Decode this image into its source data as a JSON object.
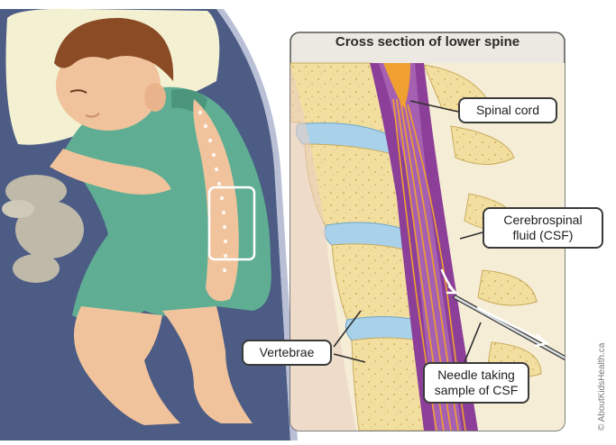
{
  "panel": {
    "title": "Cross section of lower spine"
  },
  "labels": {
    "spinal_cord": "Spinal cord",
    "csf_line1": "Cerebrospinal",
    "csf_line2": "fluid (CSF)",
    "vertebrae": "Vertebrae",
    "needle_line1": "Needle taking",
    "needle_line2": "sample of CSF"
  },
  "credit": "© AboutKidsHealth.ca",
  "colors": {
    "bed": "#4c5c84",
    "gown": "#5fae94",
    "skin": "#f1c39c",
    "hair": "#8a4b25",
    "bone": "#f2dfa0",
    "disc": "#a9d2ea",
    "csf": "#8c3f98",
    "nerve": "#f0a030",
    "panel_bg": "#ece9e2"
  }
}
